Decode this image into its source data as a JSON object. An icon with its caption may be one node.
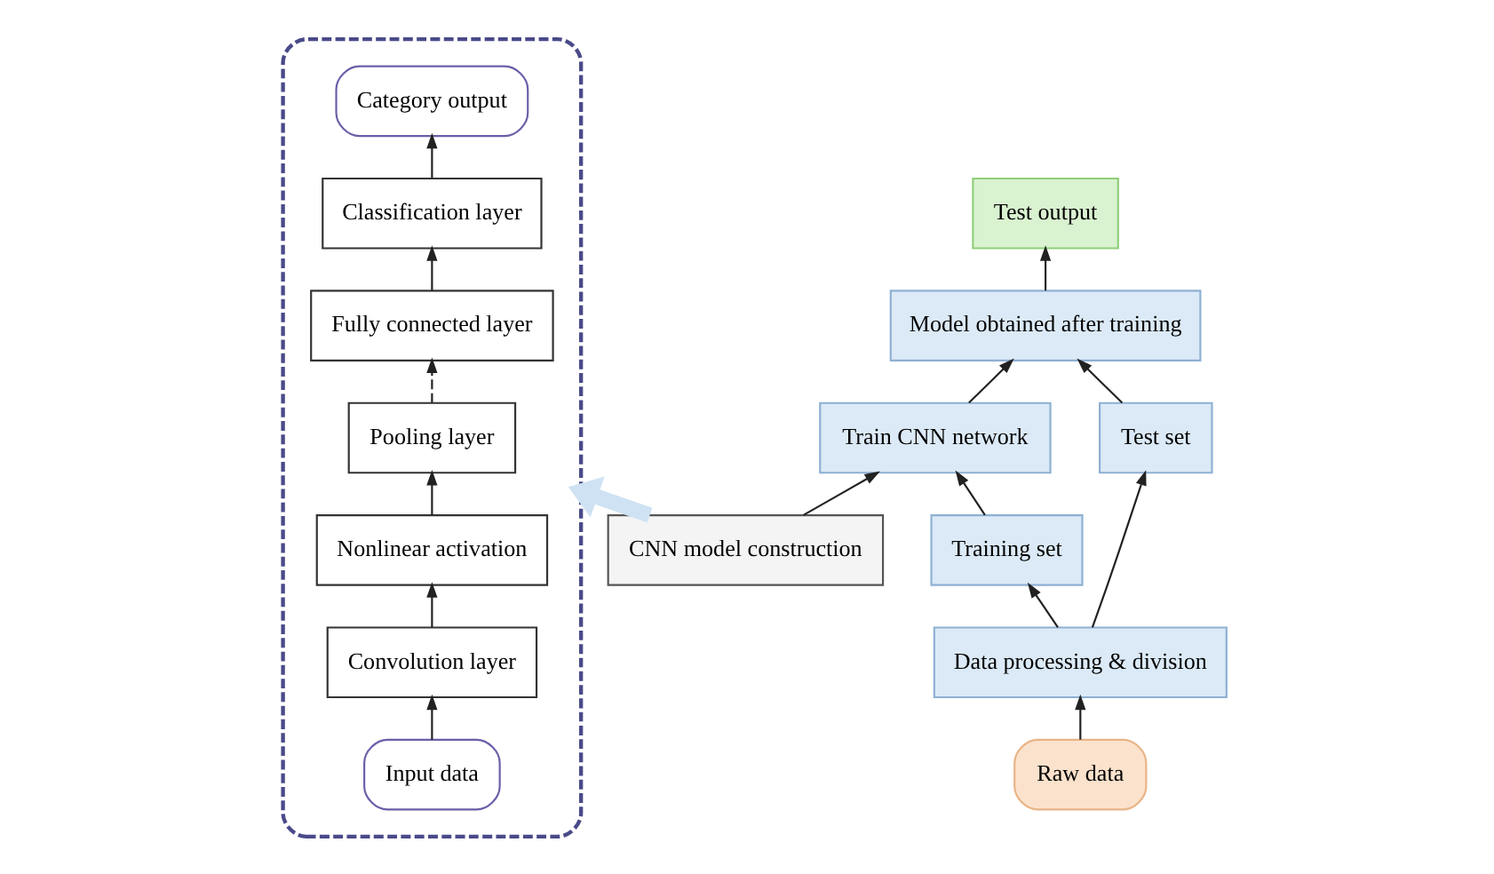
{
  "diagram": {
    "nodes": [
      {
        "text": [],
        "shape": "box"
      },
      {
        "text": [
          "Category output"
        ],
        "in": 0
      },
      {
        "text": [
          "Classification layer"
        ],
        "in": 0
      },
      {
        "text": [
          "Fully connected layer"
        ],
        "in": 0
      },
      {
        "text": [
          "Pooling layer"
        ],
        "in": 0
      },
      {
        "text": [
          "Nonlinear activation"
        ],
        "in": 0
      },
      {
        "text": [
          "Convolution layer"
        ],
        "in": 0
      },
      {
        "text": [
          "Input data"
        ],
        "in": 0
      },
      {
        "text": [
          "Test output"
        ]
      },
      {
        "text": [
          "Model obtained after training"
        ]
      },
      {
        "text": [
          "CNN model construction"
        ]
      },
      {
        "text": [
          "Train CNN network"
        ]
      },
      {
        "text": [
          "Training set"
        ]
      },
      {
        "text": [
          "Test set"
        ]
      },
      {
        "text": [
          "Data processing & division"
        ]
      },
      {
        "text": [
          "Raw data"
        ]
      }
    ],
    "edges": [
      {
        "from": 7,
        "to": 6,
        "arrow": "to"
      },
      {
        "from": 6,
        "to": 5,
        "arrow": "to"
      },
      {
        "from": 5,
        "to": 4,
        "arrow": "to"
      },
      {
        "from": 4,
        "to": 3,
        "arrow": "to",
        "style": "dashed"
      },
      {
        "from": 3,
        "to": 2,
        "arrow": "to"
      },
      {
        "from": 2,
        "to": 1,
        "arrow": "to"
      },
      {
        "from": 10,
        "to": 0,
        "arrow": "to",
        "style": "thick",
        "color": "#cfe2f3"
      },
      {
        "from": 10,
        "to": 11,
        "arrow": "to"
      },
      {
        "from": 11,
        "to": 9,
        "arrow": "to"
      },
      {
        "from": 9,
        "to": 8,
        "arrow": "to"
      },
      {
        "from": 12,
        "to": 11,
        "arrow": "to"
      },
      {
        "from": 14,
        "to": 12,
        "arrow": "to"
      },
      {
        "from": 15,
        "to": 14,
        "arrow": "to"
      },
      {
        "from": 14,
        "to": 13,
        "arrow": "to"
      },
      {
        "from": 13,
        "to": 9,
        "arrow": "to"
      }
    ]
  }
}
